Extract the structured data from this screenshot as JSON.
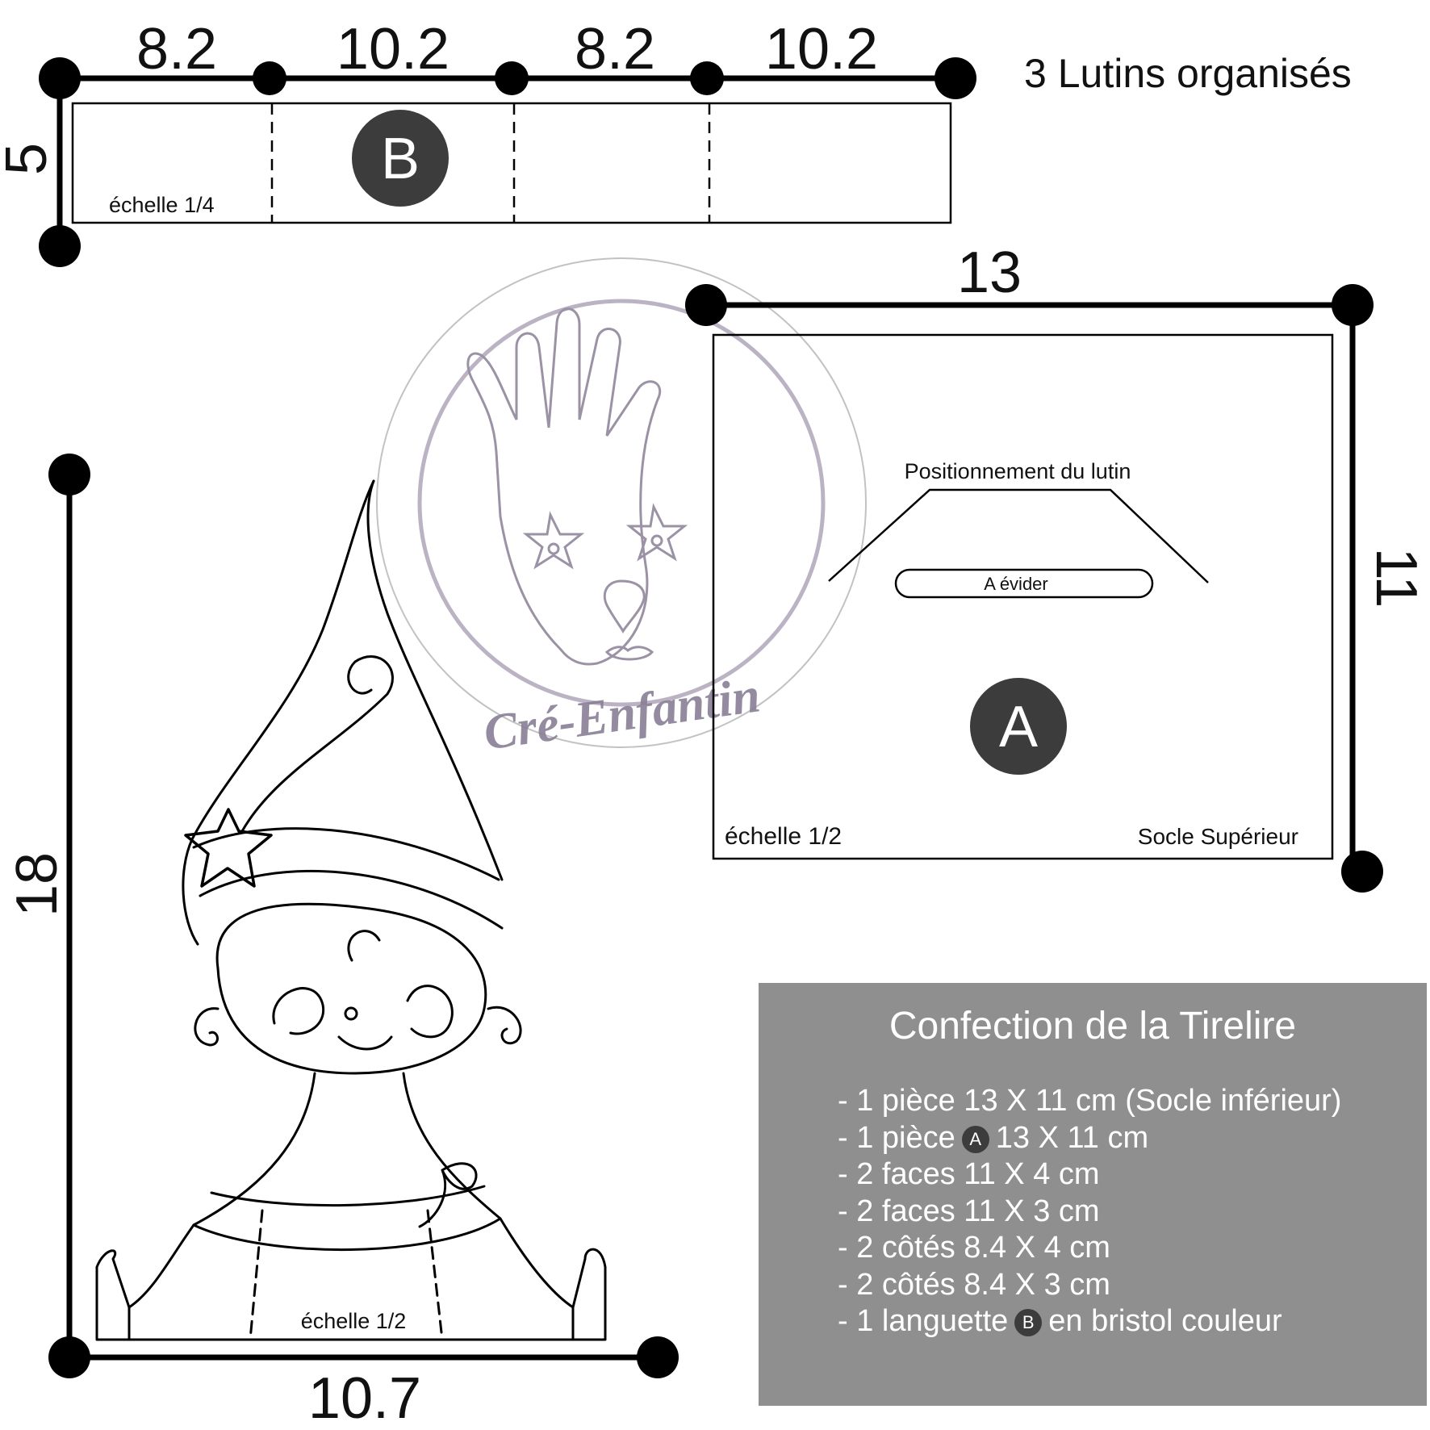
{
  "top_strip": {
    "segments": [
      "8.2",
      "10.2",
      "8.2",
      "10.2"
    ],
    "height_label": "5",
    "piece_badge": "B",
    "scale_label": "échelle 1/4",
    "caption": "3 Lutins organisés"
  },
  "piece_a": {
    "width_label": "13",
    "height_label": "11",
    "position_label": "Positionnement du lutin",
    "cutout_label": "A évider",
    "piece_badge": "A",
    "scale_label": "échelle 1/2",
    "name_label": "Socle Supérieur"
  },
  "elf": {
    "height_label": "18",
    "width_label": "10.7",
    "scale_label": "échelle 1/2"
  },
  "watermark": {
    "text": "Cré-Enfantin",
    "color": "#8a7f96"
  },
  "info": {
    "title": "Confection de la Tirelire",
    "items": [
      {
        "prefix": "- 1 pièce 13 X 11 cm (Socle inférieur)",
        "badge": "",
        "suffix": ""
      },
      {
        "prefix": "- 1 pièce",
        "badge": "A",
        "suffix": "13 X 11 cm"
      },
      {
        "prefix": "- 2 faces 11 X 4 cm",
        "badge": "",
        "suffix": ""
      },
      {
        "prefix": "- 2 faces 11 X 3 cm",
        "badge": "",
        "suffix": ""
      },
      {
        "prefix": "- 2 côtés 8.4 X 4 cm",
        "badge": "",
        "suffix": ""
      },
      {
        "prefix": "- 2 côtés 8.4 X 3 cm",
        "badge": "",
        "suffix": ""
      },
      {
        "prefix": "- 1 languette",
        "badge": "B",
        "suffix": "en bristol couleur"
      }
    ],
    "background": "#8f8f8f"
  }
}
